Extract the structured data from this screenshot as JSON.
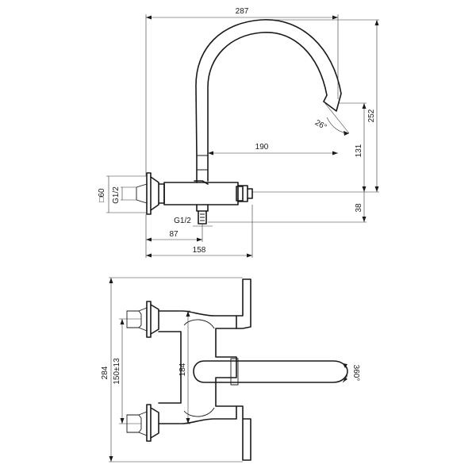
{
  "side_view": {
    "dims": {
      "total_width": "287",
      "total_height": "252",
      "spout_reach": "190",
      "spout_clearance": "131",
      "base_offset": "38",
      "spout_angle": "26°",
      "outlet_size": "G1/2",
      "inlet_size": "G1/2",
      "flange": "□60",
      "outlet_offset": "87",
      "body_length": "158"
    }
  },
  "top_view": {
    "dims": {
      "total_height": "284",
      "inlet_spacing": "150±13",
      "body_height": "184",
      "spout_rotation": "360°"
    }
  }
}
